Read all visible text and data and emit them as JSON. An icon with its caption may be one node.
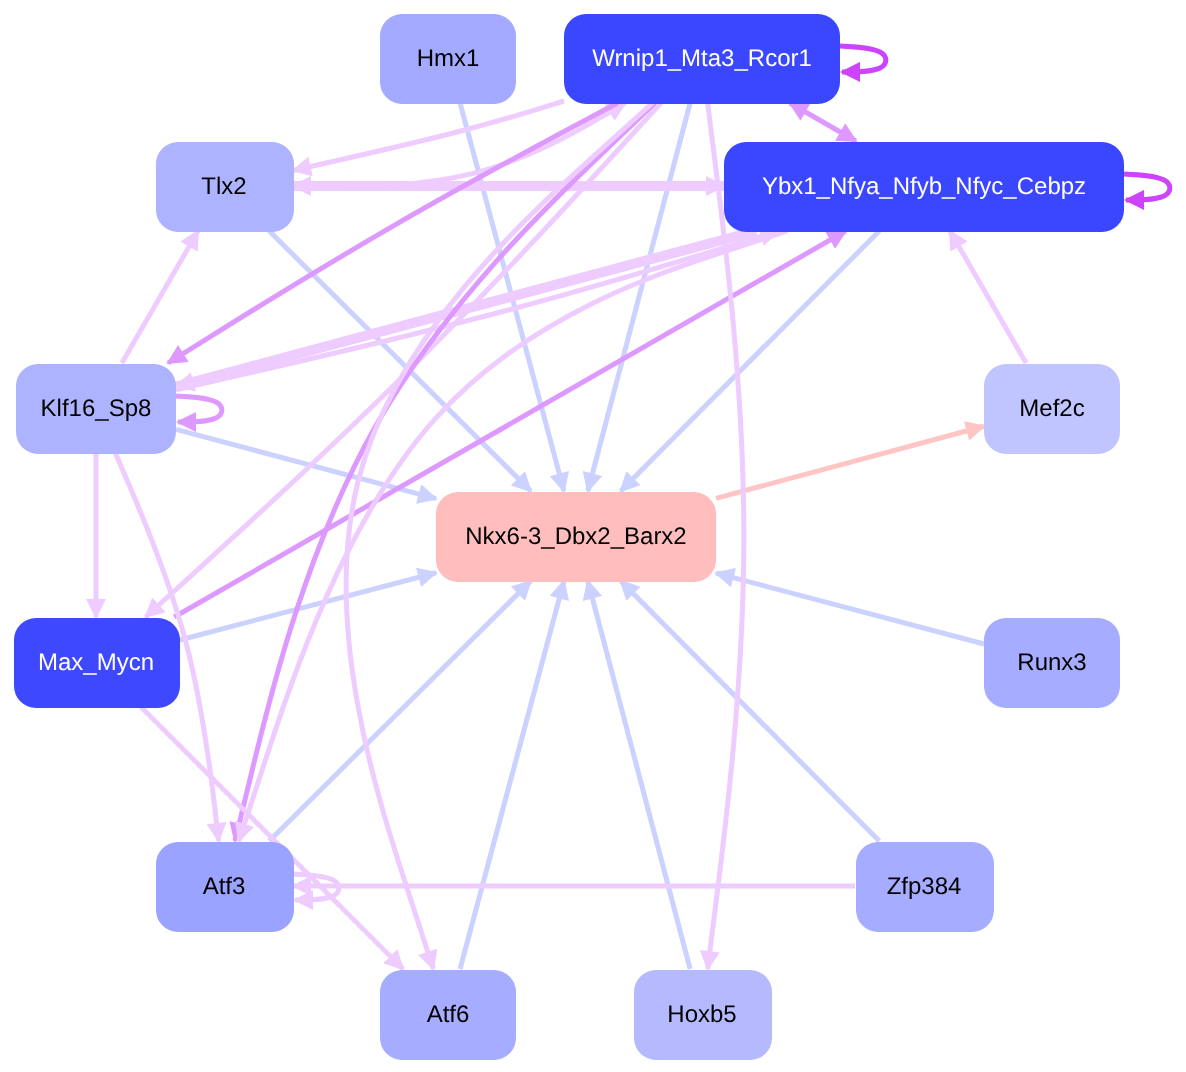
{
  "diagram": {
    "nodes": [
      {
        "text": [
          "Hmx1"
        ]
      },
      {
        "text": [
          "Wrnip1_Mta3_Rcor1"
        ]
      },
      {
        "text": [
          "Tlx2"
        ]
      },
      {
        "text": [
          "Ybx1_Nfya_Nfyb_Nfyc_Cebpz"
        ]
      },
      {
        "text": [
          "Klf16_Sp8"
        ]
      },
      {
        "text": [
          "Mef2c"
        ]
      },
      {
        "text": [
          "Nkx6-3_Dbx2_Barx2"
        ]
      },
      {
        "text": [
          "Max_Mycn"
        ]
      },
      {
        "text": [
          "Runx3"
        ]
      },
      {
        "text": [
          "Atf3"
        ]
      },
      {
        "text": [
          "Zfp384"
        ]
      },
      {
        "text": [
          "Atf6"
        ]
      },
      {
        "text": [
          "Hoxb5"
        ]
      }
    ],
    "edges": [
      {
        "from": 0,
        "to": 6,
        "arrow": "to",
        "color": "#ccd2ff"
      },
      {
        "from": 1,
        "to": 6,
        "arrow": "to",
        "color": "#ccd2ff"
      },
      {
        "from": 2,
        "to": 6,
        "arrow": "to",
        "color": "#ccd2ff"
      },
      {
        "from": 3,
        "to": 6,
        "arrow": "to",
        "color": "#ccd2ff"
      },
      {
        "from": 4,
        "to": 6,
        "arrow": "to",
        "color": "#ccd2ff"
      },
      {
        "from": 7,
        "to": 6,
        "arrow": "to",
        "color": "#ccd2ff"
      },
      {
        "from": 9,
        "to": 6,
        "arrow": "to",
        "color": "#ccd2ff"
      },
      {
        "from": 11,
        "to": 6,
        "arrow": "to",
        "color": "#ccd2ff"
      },
      {
        "from": 12,
        "to": 6,
        "arrow": "to",
        "color": "#ccd2ff"
      },
      {
        "from": 10,
        "to": 6,
        "arrow": "to",
        "color": "#ccd2ff"
      },
      {
        "from": 8,
        "to": 6,
        "arrow": "to",
        "color": "#ccd2ff"
      },
      {
        "from": 6,
        "to": 5,
        "arrow": "to",
        "color": "#ffc4c4"
      },
      {
        "from": 5,
        "to": 3,
        "arrow": "to"
      },
      {
        "from": 1,
        "to": 1,
        "arrow": "to",
        "color": "#cc44ff"
      },
      {
        "from": 3,
        "to": 3,
        "arrow": "to",
        "color": "#cc44ff"
      },
      {
        "from": 4,
        "to": 4,
        "arrow": "to",
        "color": "#dd99ff"
      },
      {
        "from": 9,
        "to": 9,
        "arrow": "to"
      },
      {
        "from": 1,
        "to": 3,
        "arrow": "both",
        "color": "#dd99ff"
      },
      {
        "from": 3,
        "to": 2,
        "arrow": "both",
        "style": "thick"
      },
      {
        "from": 1,
        "to": 2,
        "arrow": "to"
      },
      {
        "from": 2,
        "to": 1,
        "arrow": "to"
      },
      {
        "from": 1,
        "to": 4,
        "arrow": "to",
        "color": "#dd99ff"
      },
      {
        "from": 3,
        "to": 4,
        "arrow": "to",
        "style": "thick"
      },
      {
        "from": 4,
        "to": 3,
        "arrow": "to"
      },
      {
        "from": 7,
        "to": 3,
        "arrow": "to",
        "color": "#dd99ff"
      },
      {
        "from": 4,
        "to": 2,
        "arrow": "to"
      },
      {
        "from": 4,
        "to": 7,
        "arrow": "to"
      },
      {
        "from": 4,
        "to": 9,
        "arrow": "to"
      },
      {
        "from": 1,
        "to": 7,
        "arrow": "to"
      },
      {
        "from": 1,
        "to": 9,
        "arrow": "to",
        "color": "#dd99ff"
      },
      {
        "from": 3,
        "to": 9,
        "arrow": "to"
      },
      {
        "from": 1,
        "to": 11,
        "arrow": "to"
      },
      {
        "from": 1,
        "to": 12,
        "arrow": "to"
      },
      {
        "from": 7,
        "to": 11,
        "arrow": "to"
      },
      {
        "from": 10,
        "to": 9,
        "arrow": "to"
      }
    ]
  }
}
